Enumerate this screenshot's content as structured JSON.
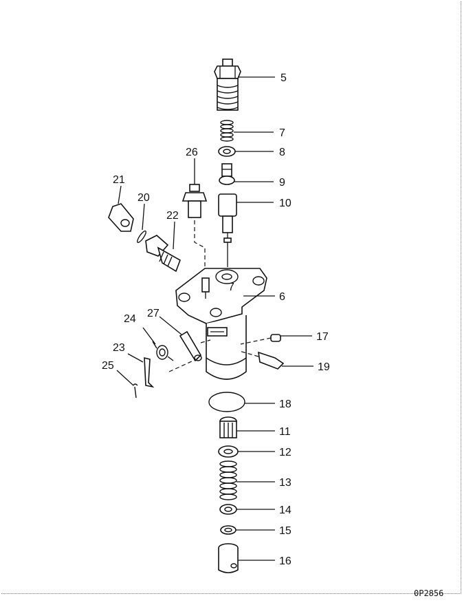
{
  "diagram": {
    "drawing_code": "0P2856",
    "callouts": {
      "5": "5",
      "6": "6",
      "7": "7",
      "8": "8",
      "9": "9",
      "10": "10",
      "11": "11",
      "12": "12",
      "13": "13",
      "14": "14",
      "15": "15",
      "16": "16",
      "17": "17",
      "18": "18",
      "19": "19",
      "20": "20",
      "21": "21",
      "22": "22",
      "23": "23",
      "24": "24",
      "25": "25",
      "26": "26",
      "27": "27"
    },
    "body_marking": "7"
  }
}
